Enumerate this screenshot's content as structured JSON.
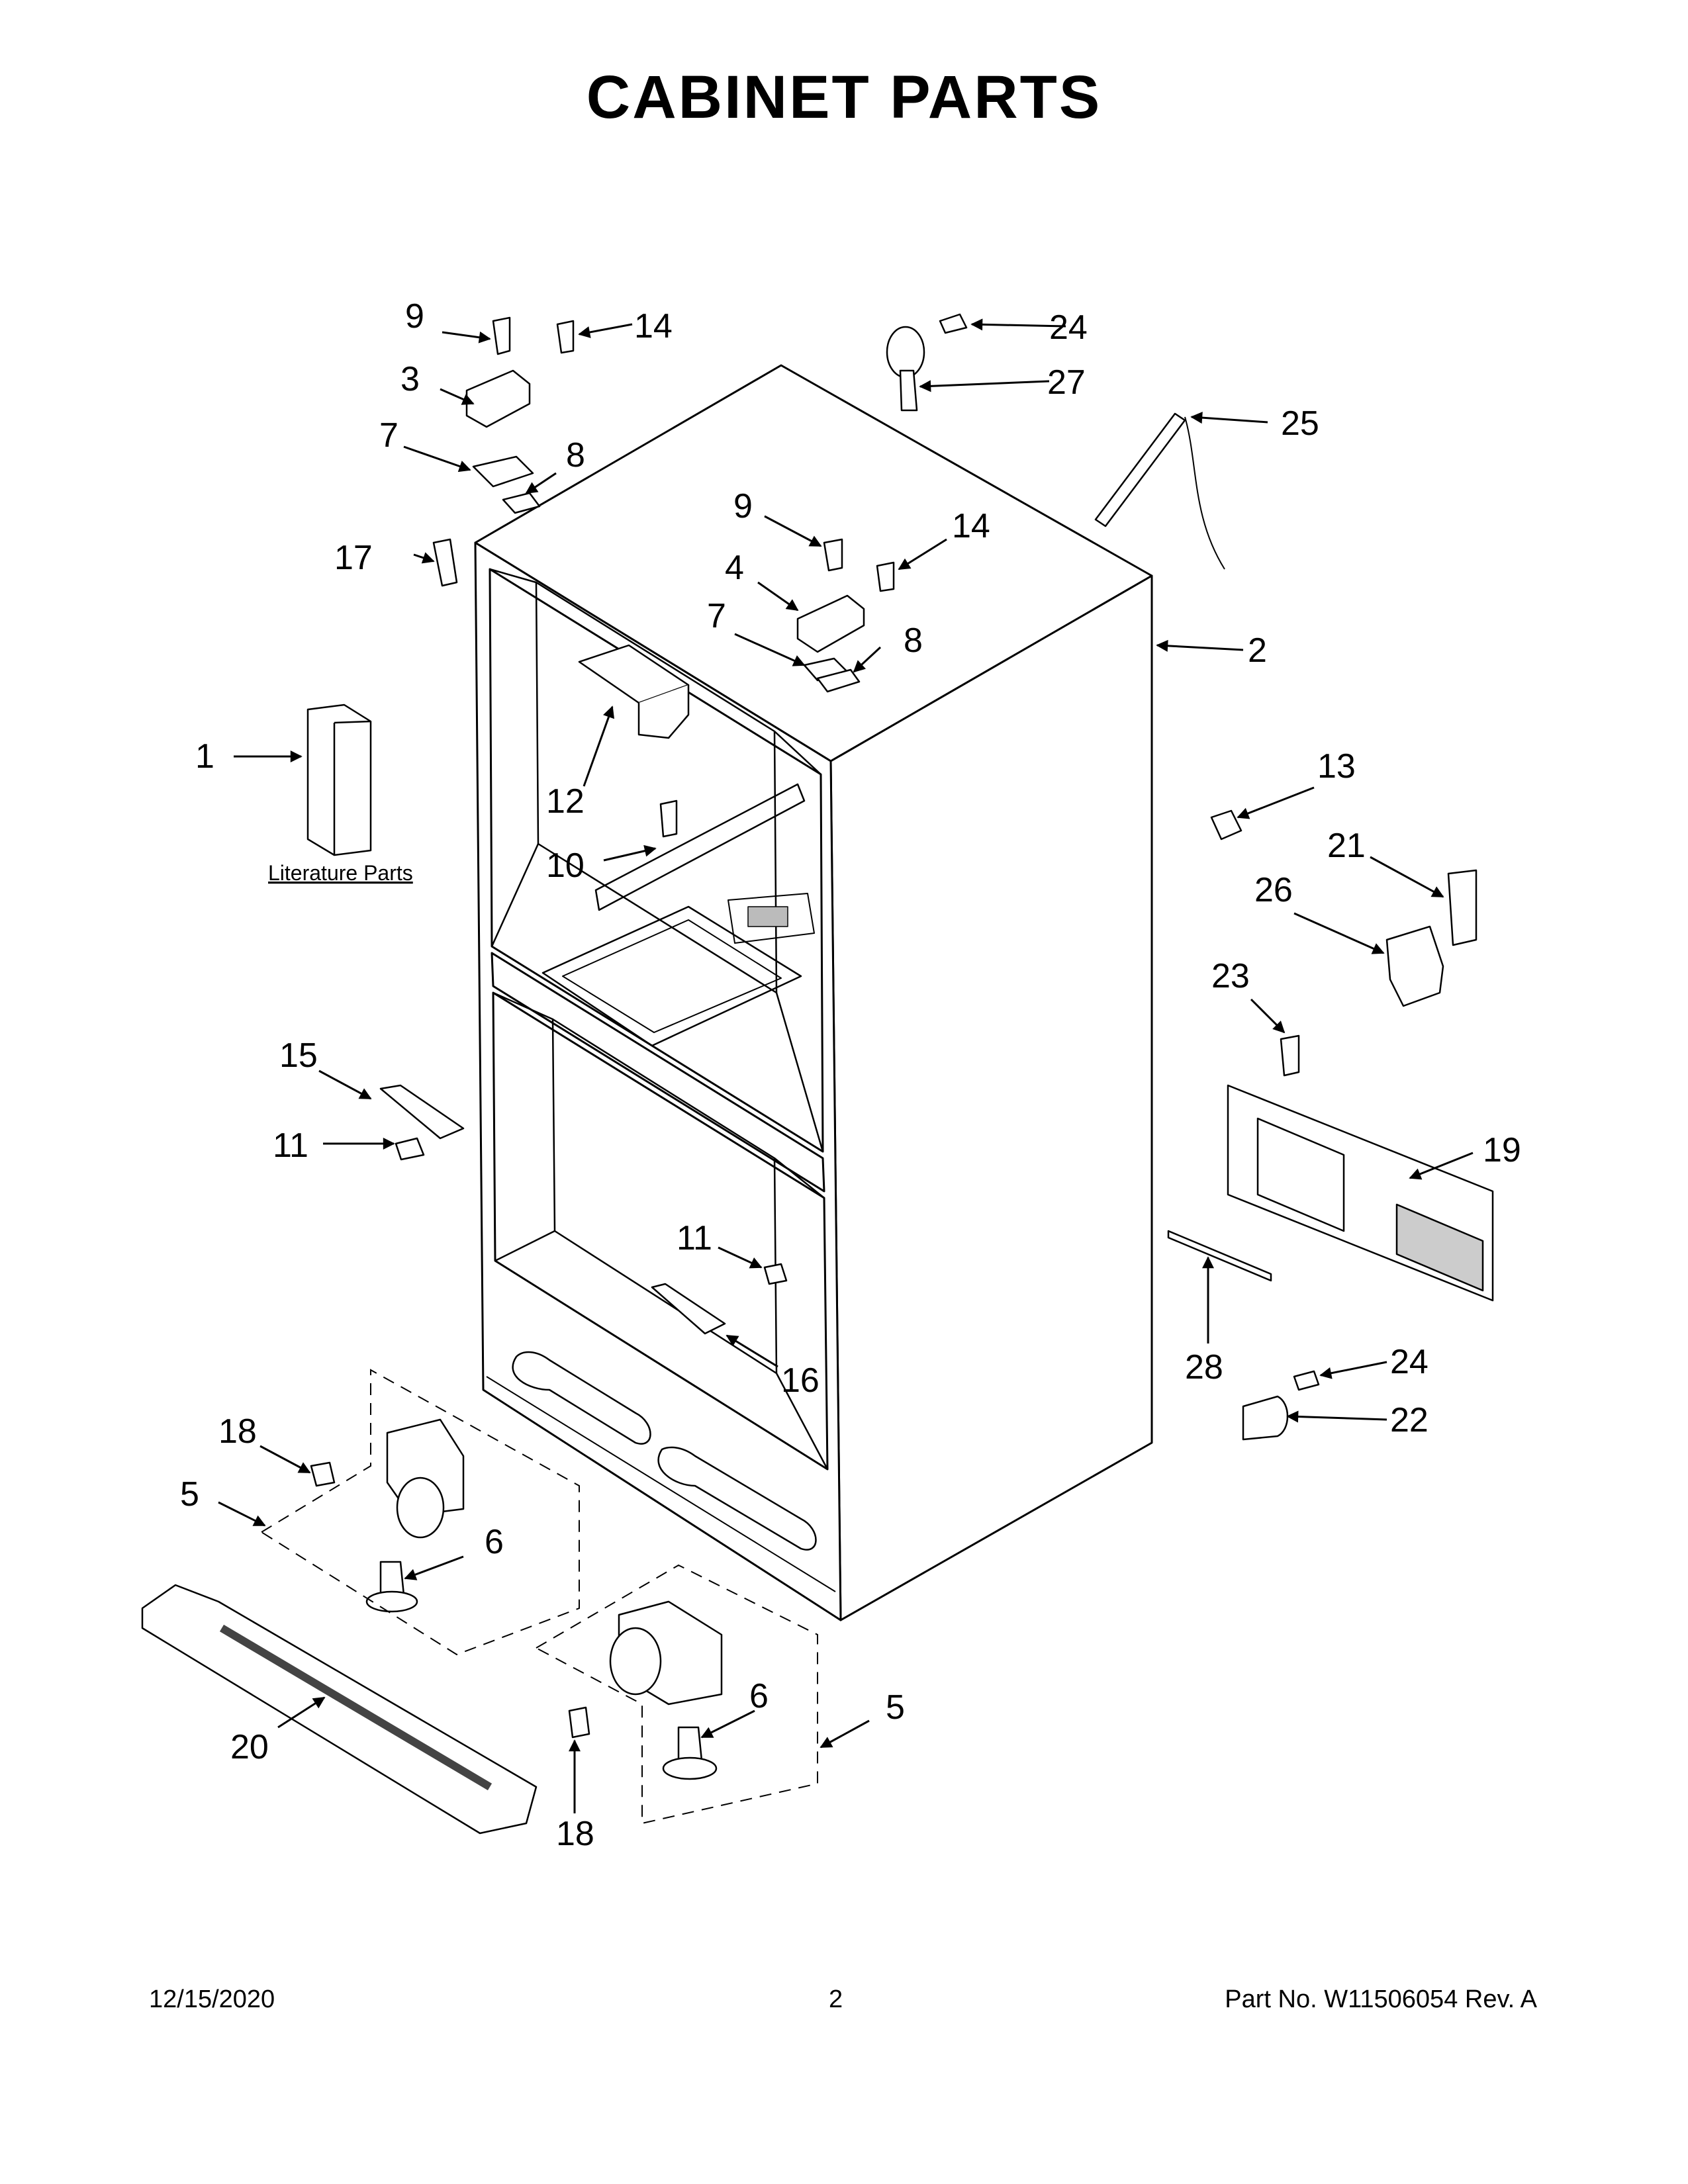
{
  "title": "CABINET PARTS",
  "literature_label": "Literature Parts",
  "callouts": {
    "c1": "1",
    "c2": "2",
    "c3": "3",
    "c4": "4",
    "c5a": "5",
    "c5b": "5",
    "c6a": "6",
    "c6b": "6",
    "c7a": "7",
    "c7b": "7",
    "c8a": "8",
    "c8b": "8",
    "c9a": "9",
    "c9b": "9",
    "c10": "10",
    "c11a": "11",
    "c11b": "11",
    "c12": "12",
    "c13": "13",
    "c14a": "14",
    "c14b": "14",
    "c15": "15",
    "c16": "16",
    "c17": "17",
    "c18a": "18",
    "c18b": "18",
    "c19": "19",
    "c20": "20",
    "c21": "21",
    "c22": "22",
    "c23": "23",
    "c24a": "24",
    "c24b": "24",
    "c25": "25",
    "c26": "26",
    "c27": "27",
    "c28": "28"
  },
  "footer": {
    "date": "12/15/2020",
    "page": "2",
    "part_no": "Part No.  W11506054  Rev.  A"
  }
}
